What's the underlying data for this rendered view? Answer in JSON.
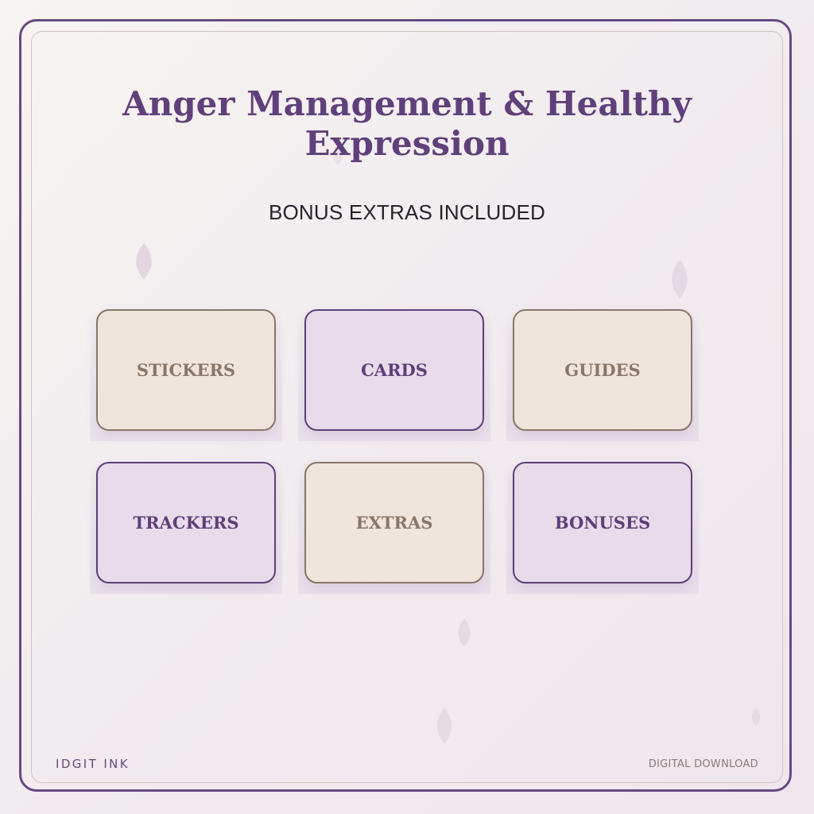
{
  "title": "Anger Management & Healthy Expression",
  "subtitle": "BONUS EXTRAS INCLUDED",
  "tiles": [
    {
      "label": "STICKERS",
      "style": "beige"
    },
    {
      "label": "CARDS",
      "style": "lilac"
    },
    {
      "label": "GUIDES",
      "style": "beige"
    },
    {
      "label": "TRACKERS",
      "style": "lilac"
    },
    {
      "label": "EXTRAS",
      "style": "beige"
    },
    {
      "label": "BONUSES",
      "style": "lilac"
    }
  ],
  "footer": {
    "brand": "IDGIT INK",
    "download": "DIGITAL DOWNLOAD"
  },
  "colors": {
    "accent_purple": "#674a82",
    "title_purple": "#60407a",
    "beige_fill": "#efe5dc",
    "beige_border": "#8a7669",
    "lilac_fill": "#e8dcea",
    "lilac_border": "#5e3e78"
  }
}
